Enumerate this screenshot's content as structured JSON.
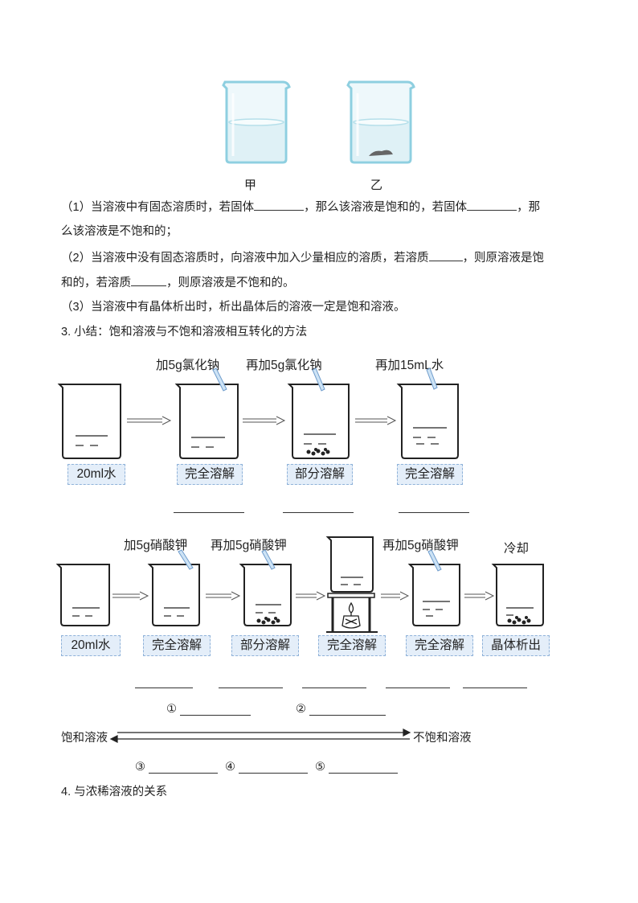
{
  "beakers_top": {
    "jia": "甲",
    "yi": "乙"
  },
  "para1": {
    "line1_a": "（1）当溶液中有固态溶质时，若固体",
    "line1_b": "，那么该溶液是饱和的，若固体",
    "line1_c": "，那",
    "line2": "么该溶液是不饱和的；"
  },
  "para2": {
    "line1_a": "（2）当溶液中没有固态溶质时，向溶液中加入少量相应的溶质，若溶质",
    "line1_b": "，则原溶液是饱",
    "line2_a": "和的，若溶质",
    "line2_b": "，则原溶液是不饱和的。"
  },
  "para3": "（3）当溶液中有晶体析出时，析出晶体后的溶液一定是饱和溶液。",
  "section3_title": "3. 小结：饱和溶液与不饱和溶液相互转化的方法",
  "row1": {
    "headers": [
      "加5g氯化钠",
      "再加5g氯化钠",
      "再加15mL水"
    ],
    "labels": [
      "20ml水",
      "完全溶解",
      "部分溶解",
      "完全溶解"
    ]
  },
  "row2": {
    "headers": [
      "加5g硝酸钾",
      "再加5g硝酸钾",
      "再加5g硝酸钾",
      "冷却"
    ],
    "labels": [
      "20ml水",
      "完全溶解",
      "部分溶解",
      "完全溶解",
      "完全溶解",
      "晶体析出"
    ]
  },
  "conversion": {
    "num1": "①",
    "num2": "②",
    "num3": "③",
    "num4": "④",
    "num5": "⑤",
    "left": "饱和溶液",
    "right": "不饱和溶液"
  },
  "section4_title": "4. 与浓稀溶液的关系",
  "colors": {
    "beaker_stroke": "#222222",
    "label_bg": "#e4eef9",
    "label_border": "#8fb2d9",
    "photo_beaker": "#8ecfe0"
  }
}
